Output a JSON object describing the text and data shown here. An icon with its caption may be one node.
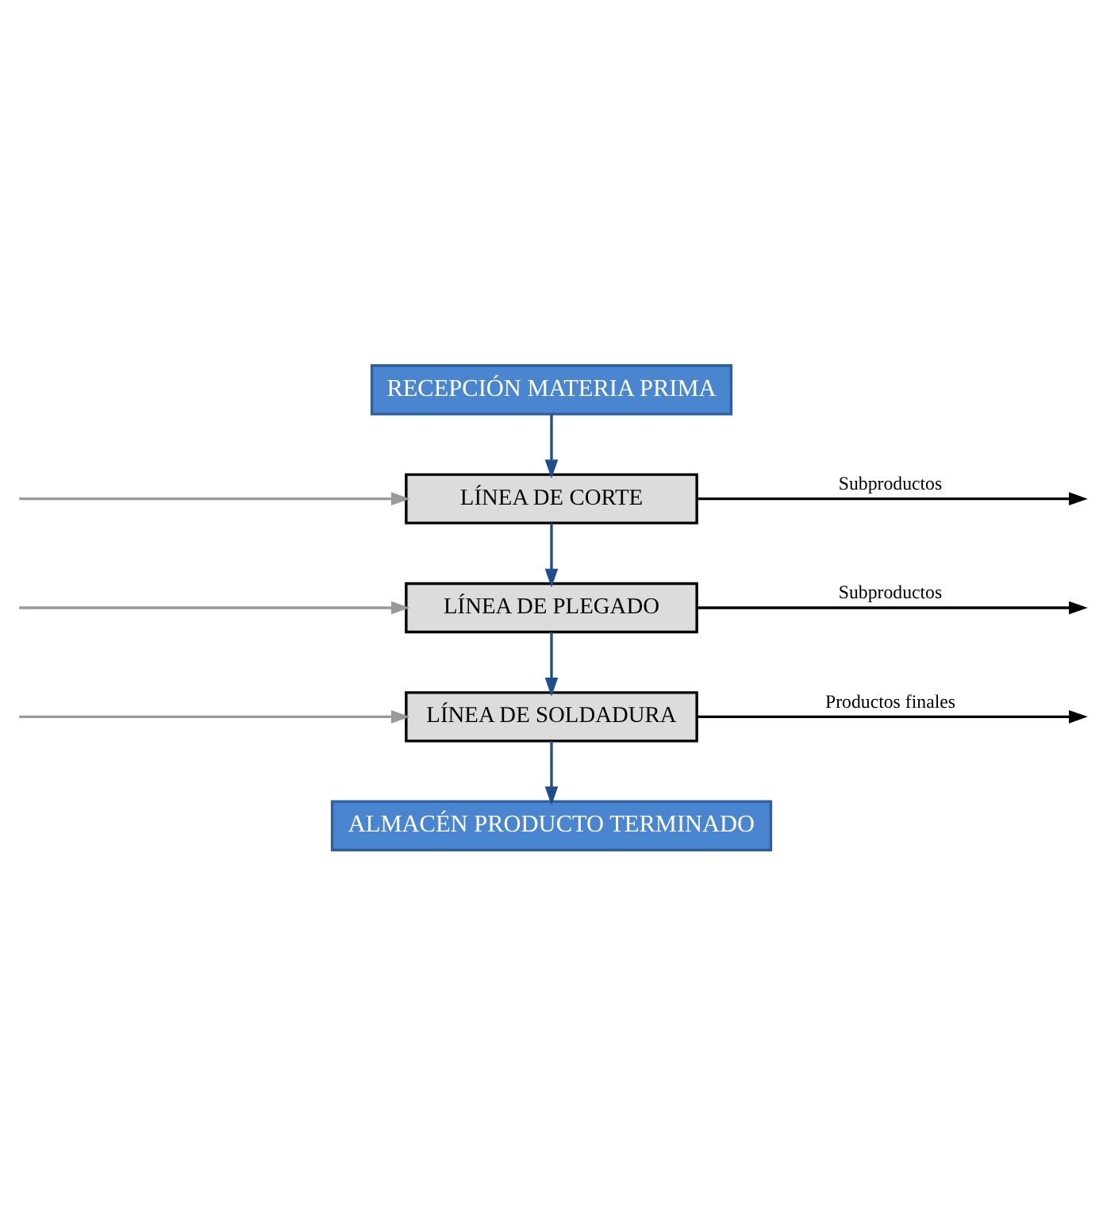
{
  "diagram": {
    "nodes": [
      {
        "text": [
          "RECEPCIÓN MATERIA PRIMA"
        ]
      },
      {
        "text": [
          "LÍNEA DE CORTE"
        ]
      },
      {
        "text": [
          "LÍNEA DE PLEGADO"
        ]
      },
      {
        "text": [
          "LÍNEA DE SOLDADURA"
        ]
      },
      {
        "text": [
          "ALMACÉN PRODUCTO TERMINADO"
        ]
      }
    ],
    "edges": [
      {
        "from": 0,
        "to": 1,
        "arrow": "to"
      },
      {
        "from": null,
        "to": 1,
        "arrow": "to",
        "color": "#999999"
      },
      {
        "from": 1,
        "to": null,
        "arrow": "to",
        "label": "Subproductos",
        "color": "#000000"
      },
      {
        "from": 1,
        "to": 2,
        "arrow": "to"
      },
      {
        "from": null,
        "to": 2,
        "arrow": "to",
        "color": "#999999"
      },
      {
        "from": 2,
        "to": null,
        "arrow": "to",
        "label": "Subproductos",
        "color": "#000000"
      },
      {
        "from": 2,
        "to": 3,
        "arrow": "to"
      },
      {
        "from": null,
        "to": 3,
        "arrow": "to",
        "color": "#999999"
      },
      {
        "from": 3,
        "to": null,
        "arrow": "to",
        "label": "Productos finales",
        "color": "#000000"
      },
      {
        "from": 3,
        "to": 4,
        "arrow": "to"
      }
    ]
  }
}
